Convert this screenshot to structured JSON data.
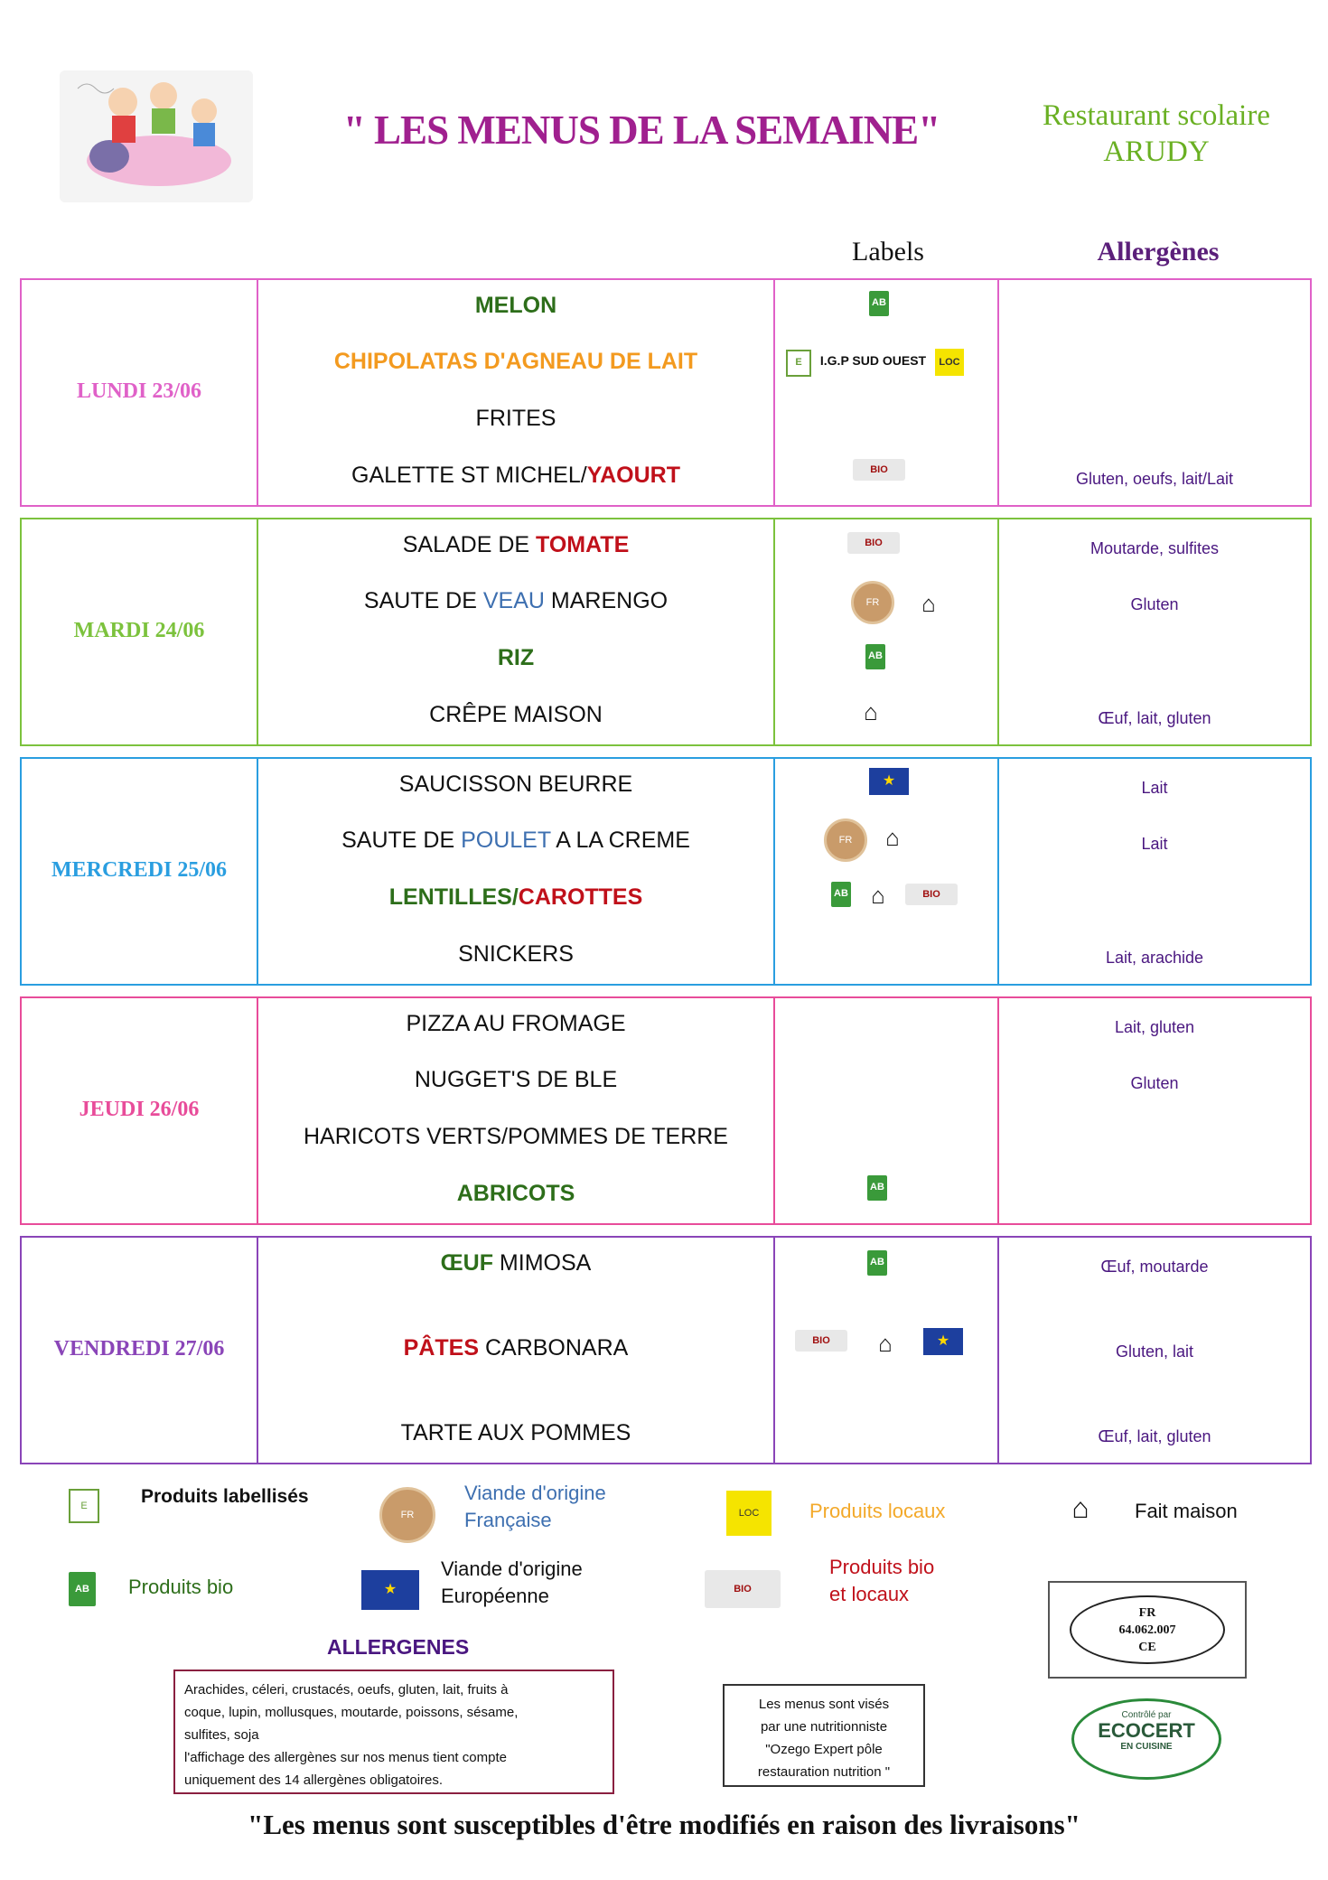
{
  "header": {
    "title": "\" LES MENUS DE LA SEMAINE\"",
    "restaurant_line1": "Restaurant scolaire",
    "restaurant_line2": "ARUDY"
  },
  "columns": {
    "labels": "Labels",
    "allergens": "Allergènes"
  },
  "days": [
    {
      "name": "LUNDI 23/06",
      "color": "#e061c8",
      "dishes": [
        "MELON",
        "CHIPOLATAS D'AGNEAU DE LAIT",
        "FRITES",
        "GALETTE ST MICHEL/",
        "YAOURT"
      ],
      "allergens": [
        "Gluten, oeufs, lait/Lait"
      ],
      "label_text": "I.G.P SUD OUEST"
    },
    {
      "name": "MARDI 24/06",
      "color": "#7cc23d",
      "dishes": [
        "SALADE DE ",
        "TOMATE",
        "SAUTE DE ",
        "VEAU",
        " MARENGO",
        "RIZ",
        "CRÊPE MAISON"
      ],
      "allergens": [
        "Moutarde, sulfites",
        "Gluten",
        "Œuf, lait, gluten"
      ]
    },
    {
      "name": "MERCREDI 25/06",
      "color": "#2a9ee0",
      "dishes": [
        "SAUCISSON BEURRE",
        "SAUTE DE ",
        "POULET",
        " A LA CREME",
        "LENTILLES/",
        "CAROTTES",
        "SNICKERS"
      ],
      "allergens": [
        "Lait",
        "Lait",
        "Lait, arachide"
      ]
    },
    {
      "name": "JEUDI 26/06",
      "color": "#e84c9a",
      "dishes": [
        "PIZZA AU FROMAGE",
        "NUGGET'S DE BLE",
        "HARICOTS VERTS/POMMES DE TERRE",
        "ABRICOTS"
      ],
      "allergens": [
        "Lait, gluten",
        "Gluten"
      ]
    },
    {
      "name": "VENDREDI 27/06",
      "color": "#8a45b8",
      "dishes": [
        "ŒUF",
        " MIMOSA",
        "PÂTES",
        " CARBONARA",
        "TARTE AUX POMMES"
      ],
      "allergens": [
        "Œuf, moutarde",
        "Gluten, lait",
        "Œuf, lait, gluten"
      ]
    }
  ],
  "legend": {
    "labelled": "Produits labellisés",
    "french_meat_1": "Viande d'origine",
    "french_meat_2": "Française",
    "local": "Produits locaux",
    "homemade": "Fait maison",
    "bio": "Produits bio",
    "eu_meat_1": "Viande d'origine",
    "eu_meat_2": "Européenne",
    "bio_local_1": "Produits bio",
    "bio_local_2": "et locaux"
  },
  "allergen_box": {
    "title": "ALLERGENES",
    "line1": "Arachides, céleri, crustacés, oeufs, gluten, lait, fruits à",
    "line2": "coque, lupin, mollusques, moutarde, poissons, sésame,",
    "line3": "sulfites, soja",
    "line4": "l'affichage des allergènes sur nos menus tient compte",
    "line5": "uniquement des 14 allergènes obligatoires."
  },
  "nutrition_box": {
    "line1": "Les menus sont visés",
    "line2": "par une nutritionniste",
    "line3": "\"Ozego Expert pôle",
    "line4": "restauration nutrition \""
  },
  "stamp": {
    "line1": "FR",
    "line2": "64.062.007",
    "line3": "CE"
  },
  "ecocert": {
    "top": "Contrôlé par",
    "main": "ECOCERT",
    "bottom": "EN CUISINE"
  },
  "footer": "\"Les menus sont susceptibles d'être modifiés en raison des livraisons\"",
  "icons": {
    "ab": "ab-logo-icon",
    "bio": "bio-local-icon",
    "eu": "eu-flag-icon",
    "fr": "french-meat-icon",
    "home": "house-icon",
    "local": "local-product-icon",
    "egalim": "egalim-icon"
  },
  "colors": {
    "title": "#a0208f",
    "restaurant": "#6ab023",
    "allergen_text": "#4a1780"
  }
}
